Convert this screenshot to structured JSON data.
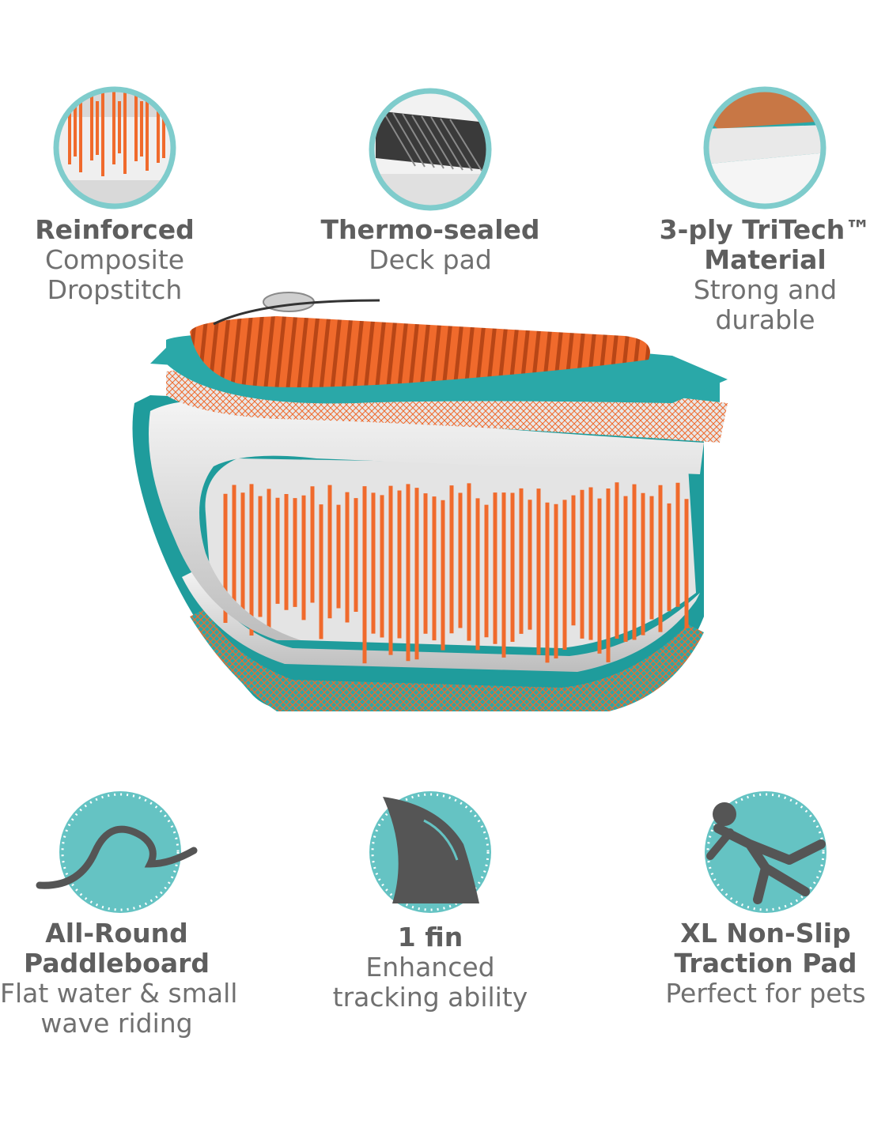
{
  "colors": {
    "teal": "#2aa8a8",
    "teal_light": "#7fcccc",
    "orange": "#f06a2c",
    "gray_text": "#5e5e5e",
    "icon_gray": "#555555",
    "white_layer": "#e9e9e9"
  },
  "features_top": [
    {
      "icon": "dropstitch-icon",
      "title_lines": [
        "Reinforced"
      ],
      "desc_lines": [
        "Composite",
        "Dropstitch"
      ]
    },
    {
      "icon": "deck-pad-icon",
      "title_lines": [
        "Thermo-sealed"
      ],
      "desc_lines": [
        "Deck pad"
      ]
    },
    {
      "icon": "tritech-material-icon",
      "title_lines": [
        "3-ply TriTech™",
        "Material"
      ],
      "desc_lines": [
        "Strong and",
        "durable"
      ]
    }
  ],
  "features_bottom": [
    {
      "icon": "wave-icon",
      "title_lines": [
        "All-Round",
        "Paddleboard"
      ],
      "desc_lines": [
        "Flat water & small",
        "wave riding"
      ]
    },
    {
      "icon": "fin-icon",
      "title_lines": [
        "1 fin"
      ],
      "desc_lines": [
        "Enhanced",
        "tracking ability"
      ]
    },
    {
      "icon": "slipping-person-icon",
      "title_lines": [
        "XL Non-Slip",
        "Traction Pad"
      ],
      "desc_lines": [
        "Perfect for pets"
      ]
    }
  ]
}
